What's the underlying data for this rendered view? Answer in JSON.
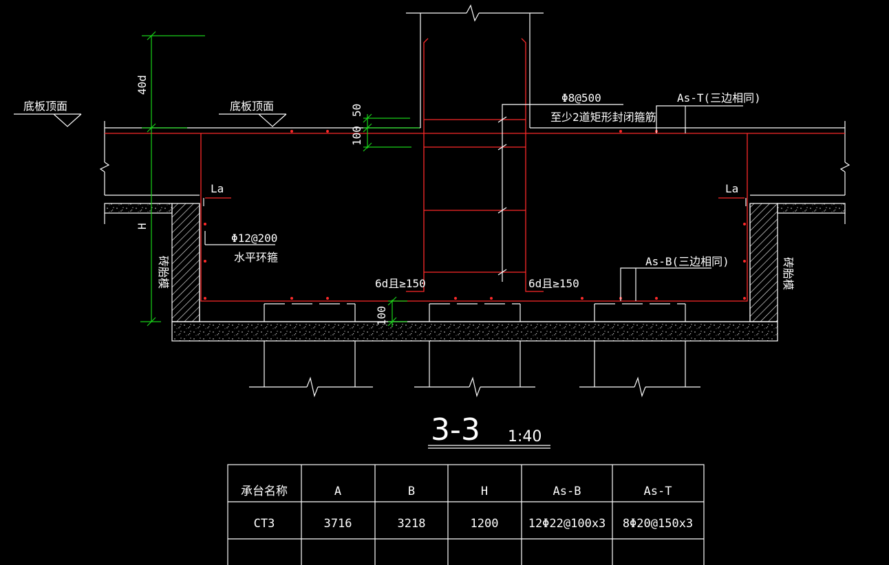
{
  "labels": {
    "slab_top_left": "底板顶面",
    "slab_top_mid": "底板顶面",
    "dim_40d": "40d",
    "dim_50": "50",
    "dim_100_top": "100",
    "dim_H": "H",
    "dim_100_bottom": "100",
    "la_left": "La",
    "la_right": "La",
    "stirrup_spec": "Φ8@500",
    "stirrup_note": "至少2道矩形封闭箍筋",
    "as_t_note": "As-T(三边相同)",
    "ring_spec": "Φ12@200",
    "ring_note": "水平环箍",
    "as_b_note": "As-B(三边相同)",
    "anchor_left": "6d且≥150",
    "anchor_right": "6d且≥150",
    "brick_left": "砖胎模",
    "brick_right": "砖胎模",
    "section_title": "3-3",
    "section_scale": "1:40"
  },
  "table": {
    "headers": [
      "承台名称",
      "A",
      "B",
      "H",
      "As-B",
      "As-T"
    ],
    "rows": [
      [
        "CT3",
        "3716",
        "3218",
        "1200",
        "12Φ22@100x3",
        "8Φ20@150x3"
      ],
      [
        "",
        "",
        "",
        "",
        "",
        ""
      ]
    ]
  },
  "colors": {
    "background": "#000000",
    "outline": "#ffffff",
    "rebar": "#ff2a2a",
    "dimension": "#19d419"
  }
}
